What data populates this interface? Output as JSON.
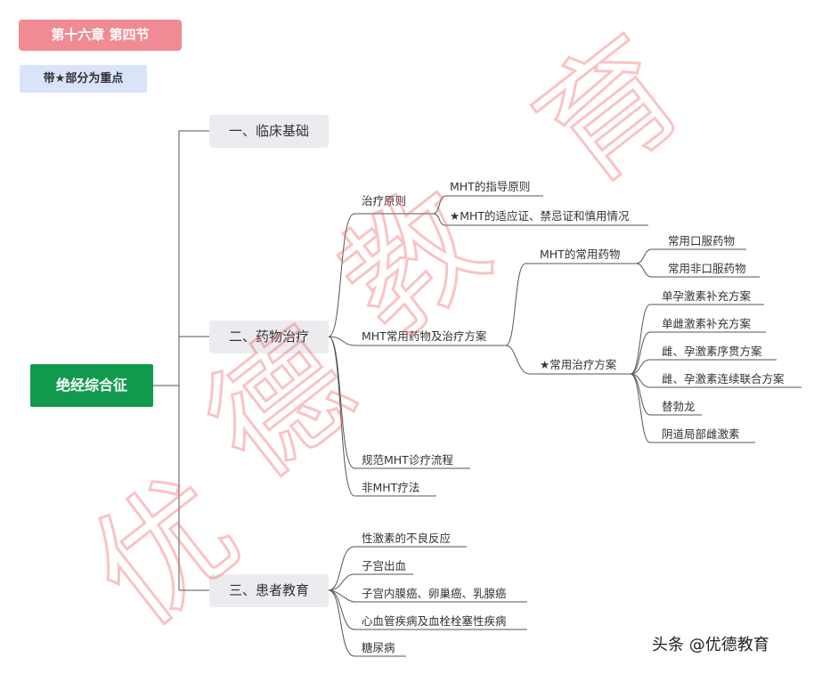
{
  "header": {
    "chapter_label": "第十六章  第四节",
    "note_label": "带★部分为重点"
  },
  "root": {
    "label": "绝经综合征"
  },
  "branches": [
    {
      "label": "一、临床基础"
    },
    {
      "label": "二、药物治疗"
    },
    {
      "label": "三、患者教育"
    }
  ],
  "treatment": {
    "principles": {
      "label": "治疗原则",
      "children": [
        "MHT的指导原则",
        "★MHT的适应证、禁忌证和慎用情况"
      ]
    },
    "mht": {
      "label": "MHT常用药物及治疗方案",
      "drugs": {
        "label": "MHT的常用药物",
        "children": [
          "常用口服药物",
          "常用非口服药物"
        ]
      },
      "regimens": {
        "label": "★常用治疗方案",
        "children": [
          "单孕激素补充方案",
          "单雌激素补充方案",
          "雌、孕激素序贯方案",
          "雌、孕激素连续联合方案",
          "替勃龙",
          "阴道局部雌激素"
        ]
      }
    },
    "process": {
      "label": "规范MHT诊疗流程"
    },
    "non_mht": {
      "label": "非MHT疗法"
    }
  },
  "education": {
    "children": [
      "性激素的不良反应",
      "子宫出血",
      "子宫内膜癌、卵巢癌、乳腺癌",
      "心血管疾病及血栓栓塞性疾病",
      "糖尿病"
    ]
  },
  "watermark": {
    "chars": [
      "优",
      "德",
      "教",
      "育"
    ],
    "color": "#ee6060"
  },
  "footer": {
    "credit": "头条 @优德教育"
  },
  "colors": {
    "chapter_bg": "#f08a93",
    "note_bg": "#d9e4fb",
    "root_bg": "#119a4d",
    "branch_bg": "#ebebf0",
    "line": "#555555"
  }
}
